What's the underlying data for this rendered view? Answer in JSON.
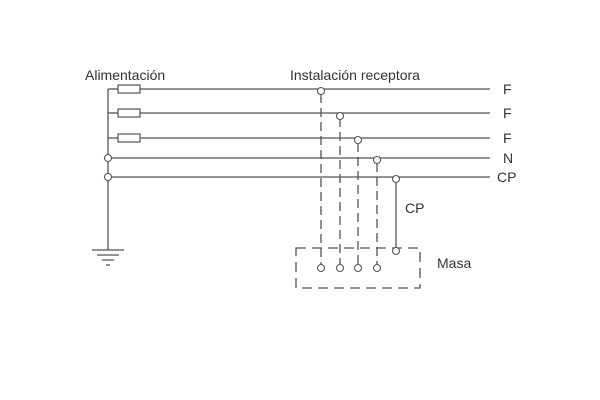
{
  "labels": {
    "supply": "Alimentación",
    "installation": "Instalación receptora",
    "protective_conductor": "CP",
    "frame": "Masa"
  },
  "lines": [
    {
      "id": "L1",
      "label": "F"
    },
    {
      "id": "L2",
      "label": "F"
    },
    {
      "id": "L3",
      "label": "F"
    },
    {
      "id": "N",
      "label": "N"
    },
    {
      "id": "PE",
      "label": "CP"
    }
  ],
  "colors": {
    "line": "#555555",
    "text": "#333333",
    "background": "#ffffff"
  },
  "icons": [
    "fuse-icon",
    "ground-icon",
    "junction-node-icon"
  ]
}
